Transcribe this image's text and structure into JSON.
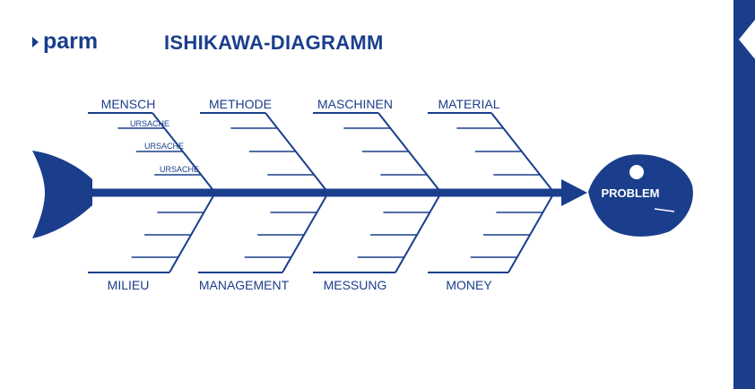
{
  "header": {
    "brand": "parm",
    "title": "ISHIKAWA-DIAGRAMM"
  },
  "diagram": {
    "problem": "PROBLEM",
    "top_categories": [
      "MENSCH",
      "METHODE",
      "MASCHINEN",
      "MATERIAL"
    ],
    "bottom_categories": [
      "MILIEU",
      "MANAGEMENT",
      "MESSUNG",
      "MONEY"
    ],
    "causes": [
      "URSACHE",
      "URSACHE",
      "URSACHE"
    ]
  },
  "colors": {
    "primary": "#1a3e8c"
  },
  "icons": {
    "logo": "parm-arrow-logo",
    "side": "side-tab-arrow"
  }
}
